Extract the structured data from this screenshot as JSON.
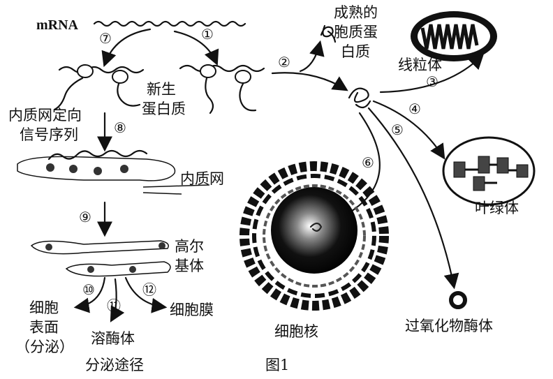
{
  "labels": {
    "mrna": "mRNA",
    "step1": "①",
    "step2": "②",
    "step3": "③",
    "step4": "④",
    "step5": "⑤",
    "step6": "⑥",
    "step7": "⑦",
    "step8": "⑧",
    "step9": "⑨",
    "step10": "⑩",
    "step11": "⑪",
    "step12": "⑫",
    "mature_protein": [
      "成熟的",
      "胞质蛋",
      "白质"
    ],
    "mitochondrion": "线粒体",
    "new_protein": [
      "新生",
      "蛋白质"
    ],
    "er_signal": [
      "内质网定向",
      "信号序列"
    ],
    "er": "内质网",
    "golgi": [
      "高尔",
      "基体"
    ],
    "cell_surface": [
      "细胞",
      "表面",
      "（分泌）"
    ],
    "lysosome": "溶酶体",
    "cell_membrane": "细胞膜",
    "secretory_pathway": "分泌途径",
    "nucleus": "细胞核",
    "chloroplast": "叶绿体",
    "peroxisome": "过氧化物酶体",
    "figure_caption": "图1"
  }
}
